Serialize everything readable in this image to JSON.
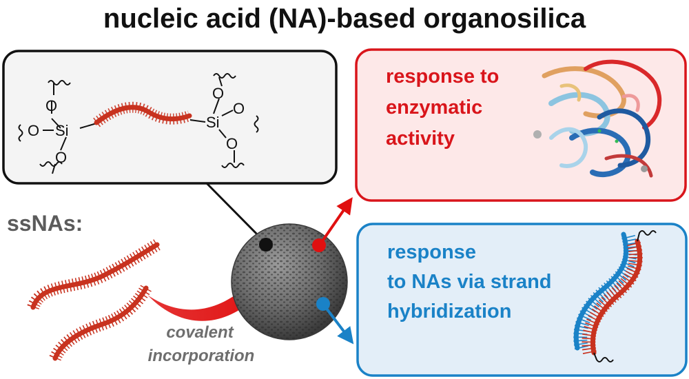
{
  "title": "nucleic acid (NA)-based organosilica",
  "chemistry": {
    "oxygen": "O",
    "silicon": "Si"
  },
  "ssnas_label": "ssNAs:",
  "incorporation_label": {
    "line1": "covalent",
    "line2": "incorporation"
  },
  "enzyme_box": {
    "line1": "response to",
    "line2": "enzymatic",
    "line3": "activity"
  },
  "hybrid_box": {
    "line1": "response",
    "line2": "to NAs via strand",
    "line3": "hybridization"
  },
  "colors": {
    "strand_red": "#c8321f",
    "accent_red": "#e01010",
    "accent_blue": "#1a82c7",
    "enzyme_box_fill": "#fde8e8",
    "hybrid_box_fill": "#e3eef8",
    "molecule_box_fill": "#f4f4f4"
  }
}
